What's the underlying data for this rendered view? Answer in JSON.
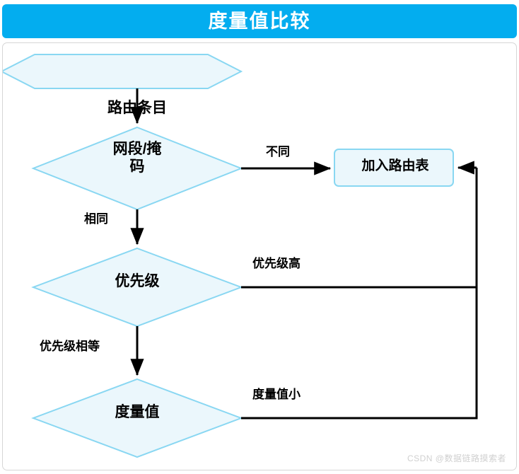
{
  "header": {
    "title": "度量值比较",
    "background_color": "#03ADEF",
    "text_color": "#ffffff"
  },
  "theme": {
    "node_fill": "#EBF7FC",
    "node_stroke": "#89D7F2",
    "connector_color": "#000000",
    "panel_border": "#d6d6d6",
    "canvas_background": "#ffffff",
    "watermark_color": "#d0d0d0"
  },
  "diagram": {
    "type": "flowchart",
    "nodes": [
      {
        "id": "route-entry",
        "shape": "hexagon",
        "label": "路由条目"
      },
      {
        "id": "netmask",
        "shape": "diamond",
        "label": "网段/掩\n码"
      },
      {
        "id": "add-to-table",
        "shape": "rounded-rect",
        "label": "加入路由表"
      },
      {
        "id": "priority",
        "shape": "diamond",
        "label": "优先级"
      },
      {
        "id": "metric",
        "shape": "diamond",
        "label": "度量值"
      }
    ],
    "edges": [
      {
        "id": "e-entry-netmask",
        "from": "route-entry",
        "to": "netmask",
        "label": ""
      },
      {
        "id": "e-netmask-add",
        "from": "netmask",
        "to": "add-to-table",
        "label": "不同"
      },
      {
        "id": "e-netmask-prio",
        "from": "netmask",
        "to": "priority",
        "label": "相同"
      },
      {
        "id": "e-prio-add",
        "from": "priority",
        "to": "add-to-table",
        "label": "优先级高"
      },
      {
        "id": "e-prio-metric",
        "from": "priority",
        "to": "metric",
        "label": "优先级相等"
      },
      {
        "id": "e-metric-add",
        "from": "metric",
        "to": "add-to-table",
        "label": "度量值小"
      }
    ]
  },
  "watermark": {
    "text": "CSDN @数据链路摸索者"
  }
}
